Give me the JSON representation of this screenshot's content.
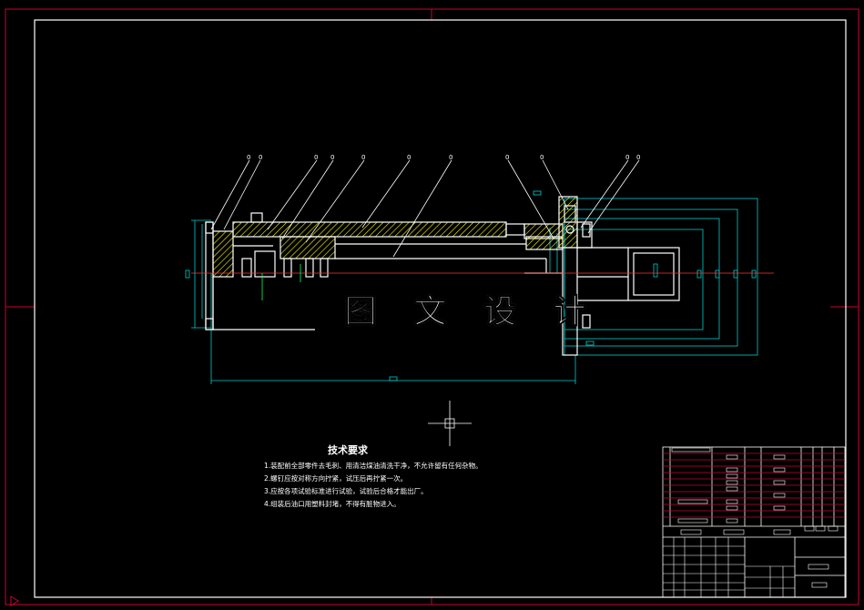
{
  "drawing": {
    "watermark": "图 文 设 计",
    "balloon_label": "0"
  },
  "tech_requirements": {
    "title": "技术要求",
    "items": [
      "1.装配前全部零件去毛刺、用清洁煤油清洗干净，不允许留有任何杂物。",
      "2.螺钉应按对称方向拧紧，试压后再拧紧一次。",
      "3.应按各项试验标准进行试验，试验后合格才能出厂。",
      "4.组装后油口用塑料封堵，不得有脏物进入。"
    ]
  },
  "colors": {
    "background": "#000000",
    "frame": "#ffffff",
    "border_marks": "#cc0000",
    "hatch": "#ffff00",
    "dimension": "#00ffff",
    "centerline": "#ff3333"
  }
}
